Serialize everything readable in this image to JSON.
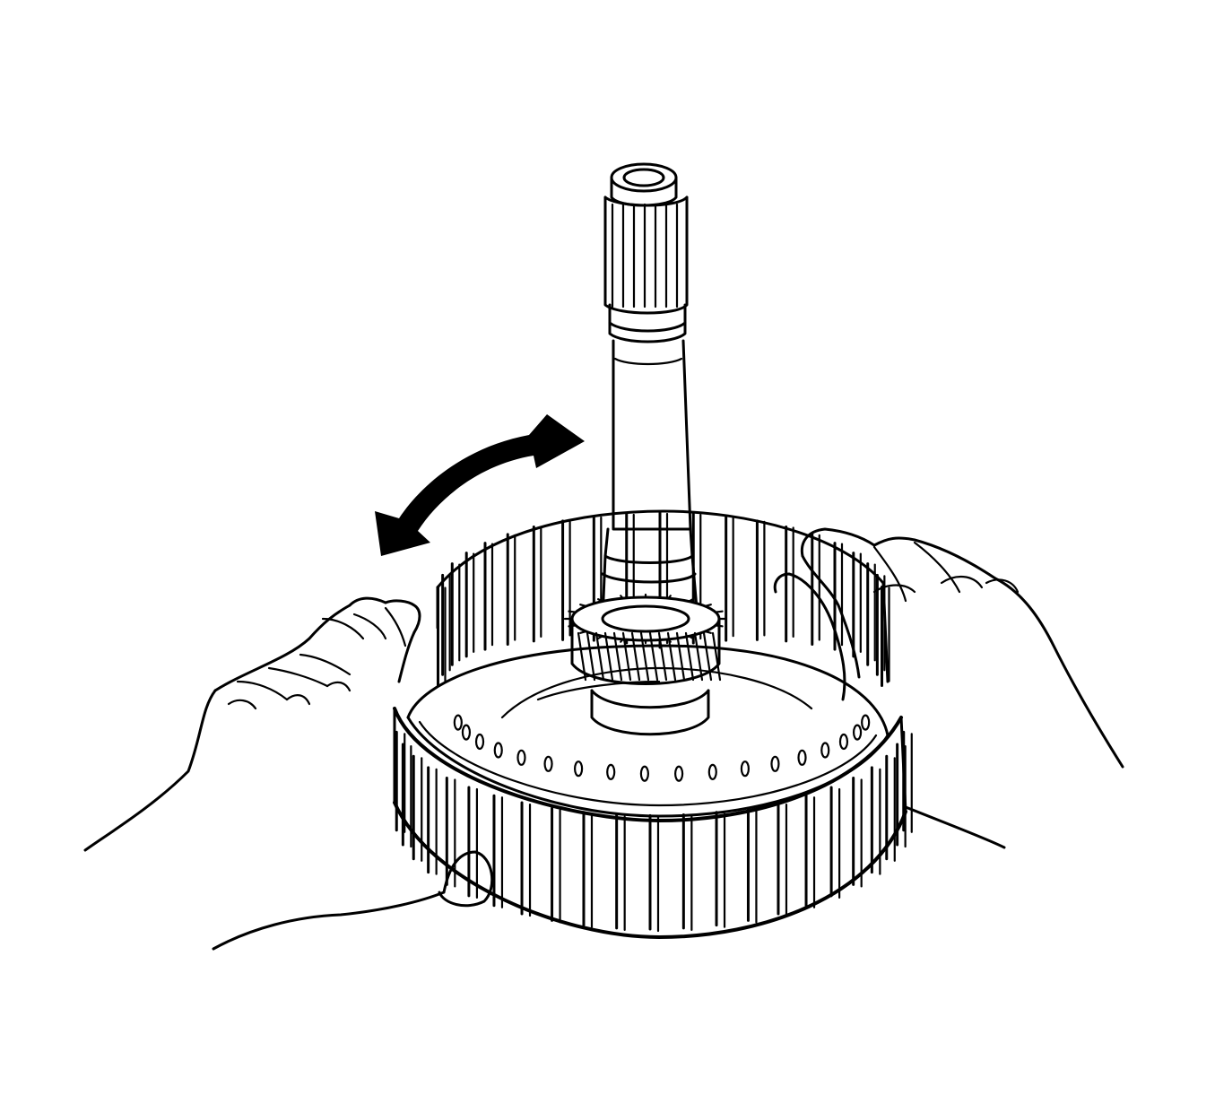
{
  "figure": {
    "colors": {
      "ink": "#000000",
      "paper": "#ffffff"
    },
    "parts": [
      "input-shaft",
      "helical-gear",
      "clutch-housing",
      "clutch-hub-ring",
      "left-hand",
      "right-hand",
      "rotation-arrow"
    ],
    "rotation_arrow": {
      "icon": "double-headed-curved-arrow-icon",
      "direction": "back-and-forth"
    }
  }
}
